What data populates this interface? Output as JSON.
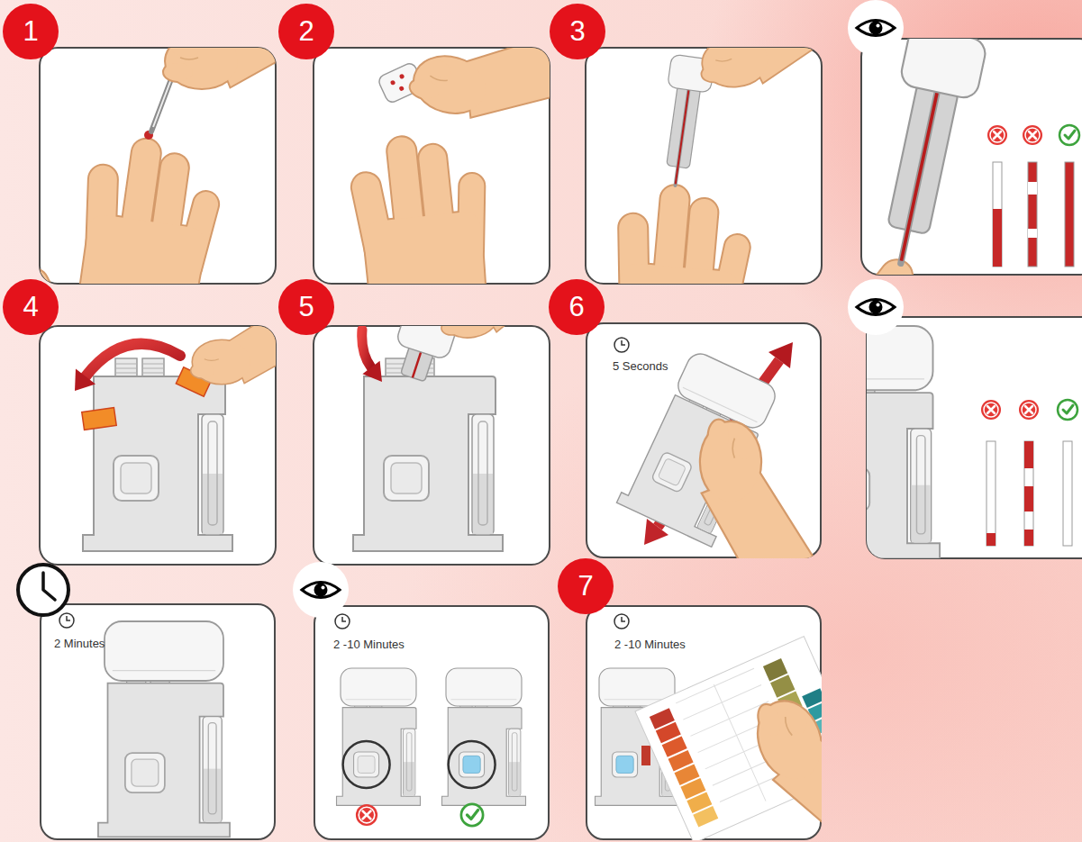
{
  "diagram": {
    "nodes": [
      {
        "text": [
          "1"
        ]
      },
      {
        "text": [
          "2"
        ]
      },
      {
        "text": [
          "3"
        ]
      },
      {
        "text": [
          "4"
        ]
      },
      {
        "text": [
          "5"
        ]
      },
      {
        "text": [
          "6"
        ]
      },
      {
        "text": [
          "5 Seconds"
        ]
      },
      {
        "text": [
          "2 Minutes"
        ]
      },
      {
        "text": [
          "2 -10 Minutes"
        ]
      },
      {
        "text": [
          "7"
        ]
      },
      {
        "text": [
          "2 -10 Minutes"
        ]
      }
    ]
  }
}
